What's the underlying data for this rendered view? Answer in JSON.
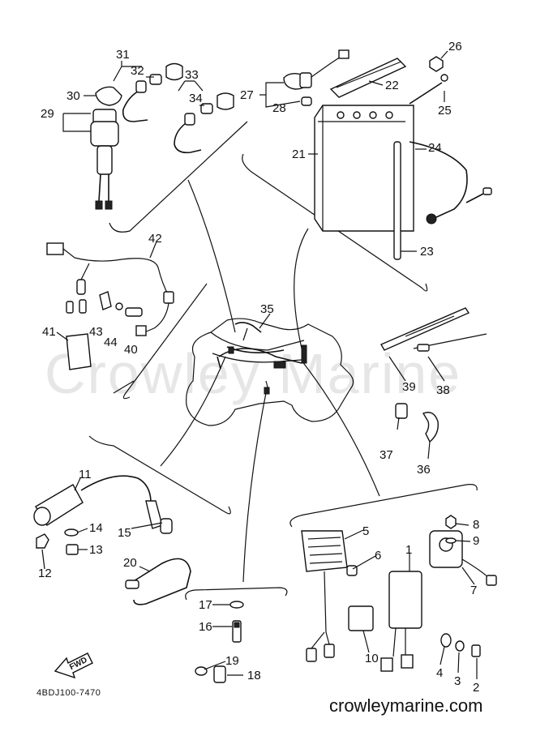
{
  "watermark": "Crowley Marine",
  "footer": {
    "part_code": "4BDJ100-7470",
    "website": "crowleymarine.com",
    "direction_label": "FWD"
  },
  "callouts": [
    "1",
    "2",
    "3",
    "4",
    "5",
    "6",
    "7",
    "8",
    "9",
    "10",
    "11",
    "12",
    "13",
    "14",
    "15",
    "16",
    "17",
    "18",
    "19",
    "20",
    "21",
    "22",
    "23",
    "24",
    "25",
    "26",
    "27",
    "28",
    "29",
    "30",
    "31",
    "32",
    "33",
    "34",
    "35",
    "36",
    "37",
    "38",
    "39",
    "40",
    "41",
    "42",
    "43",
    "44"
  ]
}
